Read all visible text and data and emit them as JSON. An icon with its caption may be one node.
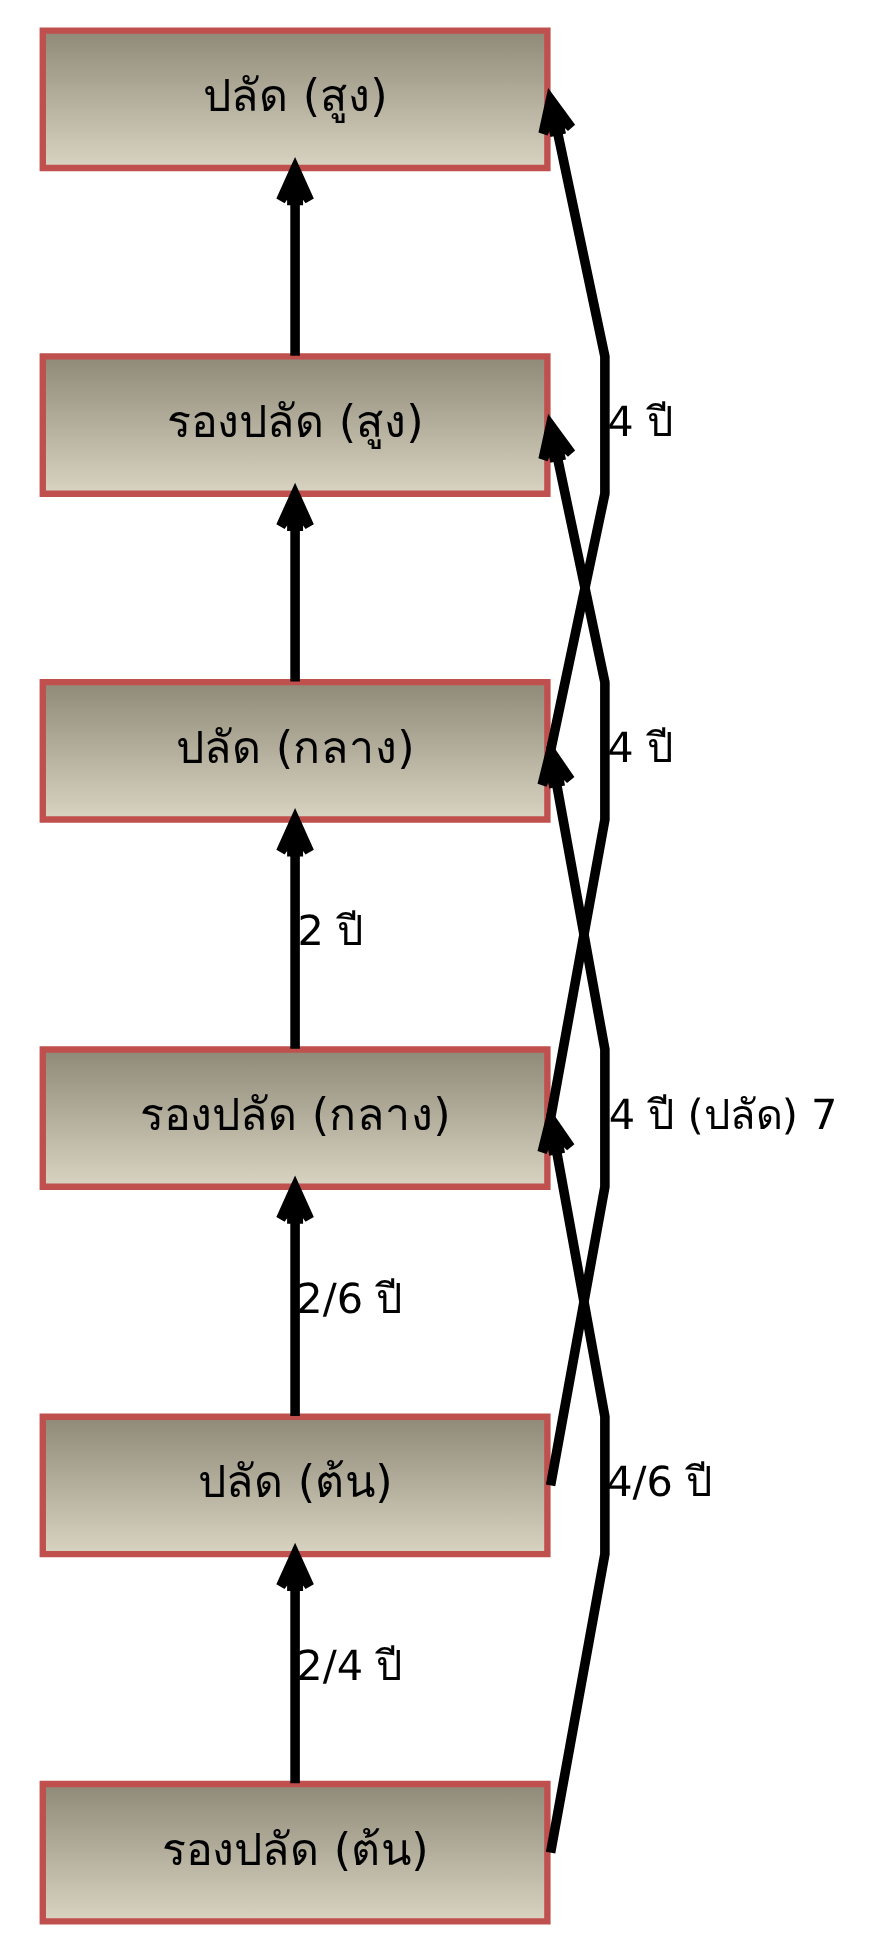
{
  "diagram": {
    "nodes": [
      {
        "text": [
          "ปลัด (สูง)"
        ]
      },
      {
        "text": [
          "รองปลัด (สูง)"
        ]
      },
      {
        "text": [
          "ปลัด (กลาง)"
        ]
      },
      {
        "text": [
          "รองปลัด (กลาง)"
        ]
      },
      {
        "text": [
          "ปลัด (ต้น)"
        ]
      },
      {
        "text": [
          "รองปลัด (ต้น)"
        ]
      }
    ],
    "edges": [
      {
        "from": 1,
        "to": 0,
        "arrow": "to"
      },
      {
        "from": 2,
        "to": 1,
        "arrow": "to"
      },
      {
        "from": 3,
        "to": 2,
        "label": "2 ปี",
        "arrow": "to"
      },
      {
        "from": 4,
        "to": 3,
        "label": "2/6 ปี",
        "arrow": "to"
      },
      {
        "from": 5,
        "to": 4,
        "label": "2/4 ปี",
        "arrow": "to"
      },
      {
        "from": 2,
        "to": 0,
        "label": "4 ปี",
        "arrow": "to"
      },
      {
        "from": 3,
        "to": 1,
        "label": "4 ปี",
        "arrow": "to"
      },
      {
        "from": 4,
        "to": 2,
        "label": "4 ปี (ปลัด) 7",
        "arrow": "to"
      },
      {
        "from": 5,
        "to": 3,
        "label": "4/6 ปี",
        "arrow": "to"
      }
    ]
  }
}
